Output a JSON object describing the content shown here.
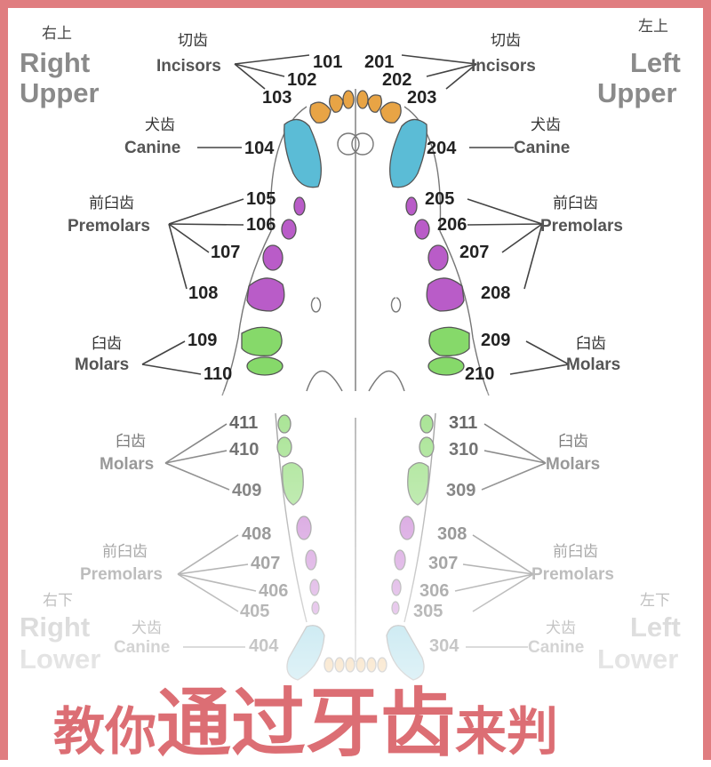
{
  "quadrants": {
    "right_upper": {
      "cn": "右上",
      "en1": "Right",
      "en2": "Upper"
    },
    "left_upper": {
      "cn": "左上",
      "en1": "Left",
      "en2": "Upper"
    },
    "right_lower": {
      "cn": "右下",
      "en1": "Right",
      "en2": "Lower"
    },
    "left_lower": {
      "cn": "左下",
      "en1": "Left",
      "en2": "Lower"
    }
  },
  "labels": {
    "incisors": {
      "cn": "切齿",
      "en": "Incisors"
    },
    "canine": {
      "cn": "犬齿",
      "en": "Canine"
    },
    "premolars": {
      "cn": "前臼齿",
      "en": "Premolars"
    },
    "molars": {
      "cn": "臼齿",
      "en": "Molars"
    }
  },
  "upper_right_teeth": [
    "101",
    "102",
    "103",
    "104",
    "105",
    "106",
    "107",
    "108",
    "109",
    "110"
  ],
  "upper_left_teeth": [
    "201",
    "202",
    "203",
    "204",
    "205",
    "206",
    "207",
    "208",
    "209",
    "210"
  ],
  "lower_right_teeth": [
    "411",
    "410",
    "409",
    "408",
    "407",
    "406",
    "405",
    "404"
  ],
  "lower_left_teeth": [
    "311",
    "310",
    "309",
    "308",
    "307",
    "306",
    "305",
    "304"
  ],
  "colors": {
    "incisor": "#e8a445",
    "canine": "#5bbcd6",
    "premolar": "#b95cc8",
    "molar": "#86d96a",
    "frame": "#e07d80",
    "title": "#dc6e74"
  },
  "title": {
    "small1": "教你",
    "big": "通过牙齿",
    "small2": "来判"
  }
}
